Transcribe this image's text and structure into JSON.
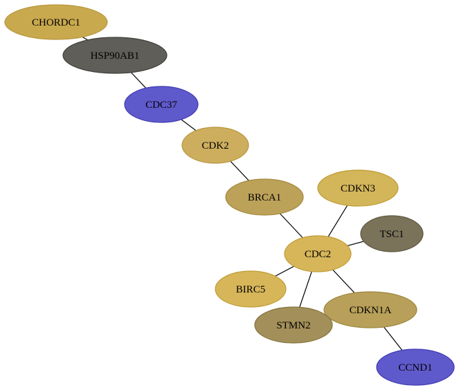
{
  "graph": {
    "nodes": [
      {
        "id": "CHORDC1",
        "label": "CHORDC1",
        "fill": "#c9a94e",
        "stroke": "#b8963a"
      },
      {
        "id": "HSP90AB1",
        "label": "HSP90AB1",
        "fill": "#5f5e58",
        "stroke": "#3f3e3a"
      },
      {
        "id": "CDC37",
        "label": "CDC37",
        "fill": "#5f5acb",
        "stroke": "#3f3ab0"
      },
      {
        "id": "CDK2",
        "label": "CDK2",
        "fill": "#cdae5e",
        "stroke": "#b8963a"
      },
      {
        "id": "BRCA1",
        "label": "BRCA1",
        "fill": "#bca259",
        "stroke": "#a4883c"
      },
      {
        "id": "CDKN3",
        "label": "CDKN3",
        "fill": "#d3b55a",
        "stroke": "#bf9c36"
      },
      {
        "id": "TSC1",
        "label": "TSC1",
        "fill": "#7a735a",
        "stroke": "#5c563f"
      },
      {
        "id": "CDC2",
        "label": "CDC2",
        "fill": "#d7b65a",
        "stroke": "#c09c36"
      },
      {
        "id": "BIRC5",
        "label": "BIRC5",
        "fill": "#d7b65a",
        "stroke": "#c09c36"
      },
      {
        "id": "CDKN1A",
        "label": "CDKN1A",
        "fill": "#b8a05a",
        "stroke": "#9e863e"
      },
      {
        "id": "STMN2",
        "label": "STMN2",
        "fill": "#a38f59",
        "stroke": "#86743d"
      },
      {
        "id": "CCND1",
        "label": "CCND1",
        "fill": "#5f5acb",
        "stroke": "#3f3ab0"
      }
    ],
    "edges": [
      {
        "source": "CHORDC1",
        "target": "HSP90AB1"
      },
      {
        "source": "HSP90AB1",
        "target": "CDC37"
      },
      {
        "source": "CDC37",
        "target": "CDK2"
      },
      {
        "source": "CDK2",
        "target": "BRCA1"
      },
      {
        "source": "BRCA1",
        "target": "CDC2"
      },
      {
        "source": "CDKN3",
        "target": "CDC2"
      },
      {
        "source": "TSC1",
        "target": "CDC2"
      },
      {
        "source": "CDC2",
        "target": "BIRC5"
      },
      {
        "source": "CDC2",
        "target": "STMN2"
      },
      {
        "source": "CDC2",
        "target": "CDKN1A"
      },
      {
        "source": "CDKN1A",
        "target": "CCND1"
      }
    ]
  }
}
